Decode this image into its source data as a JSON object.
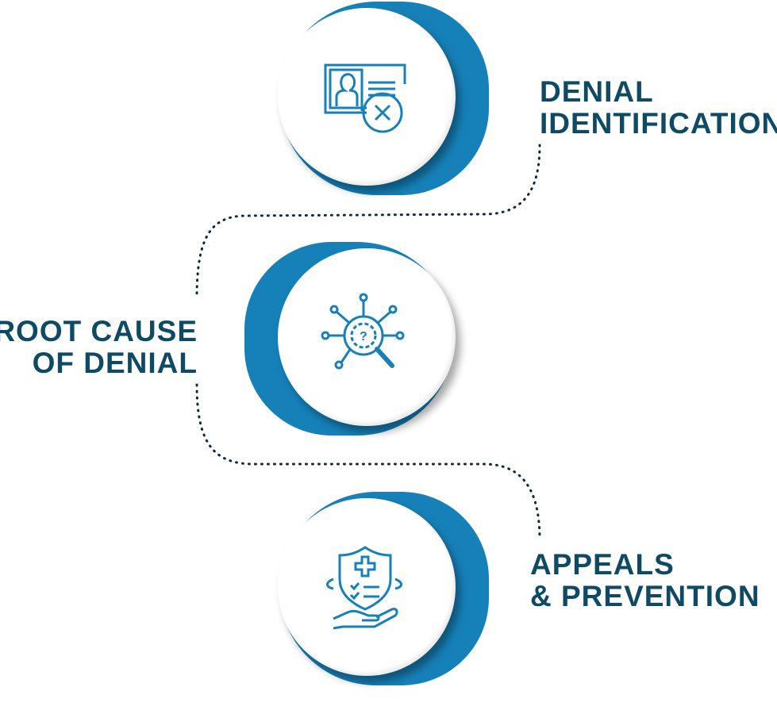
{
  "colors": {
    "accent": "#1681b8",
    "text": "#0e4a63",
    "dots": "#0e2a3a"
  },
  "steps": [
    {
      "icon": "id-card-denied-icon",
      "label_lines": [
        "DENIAL",
        "IDENTIFICATION"
      ]
    },
    {
      "icon": "root-cause-analysis-icon",
      "label_lines": [
        "ROOT CAUSE",
        "OF DENIAL"
      ]
    },
    {
      "icon": "shield-hand-prevention-icon",
      "label_lines": [
        "APPEALS",
        "& PREVENTION"
      ]
    }
  ]
}
